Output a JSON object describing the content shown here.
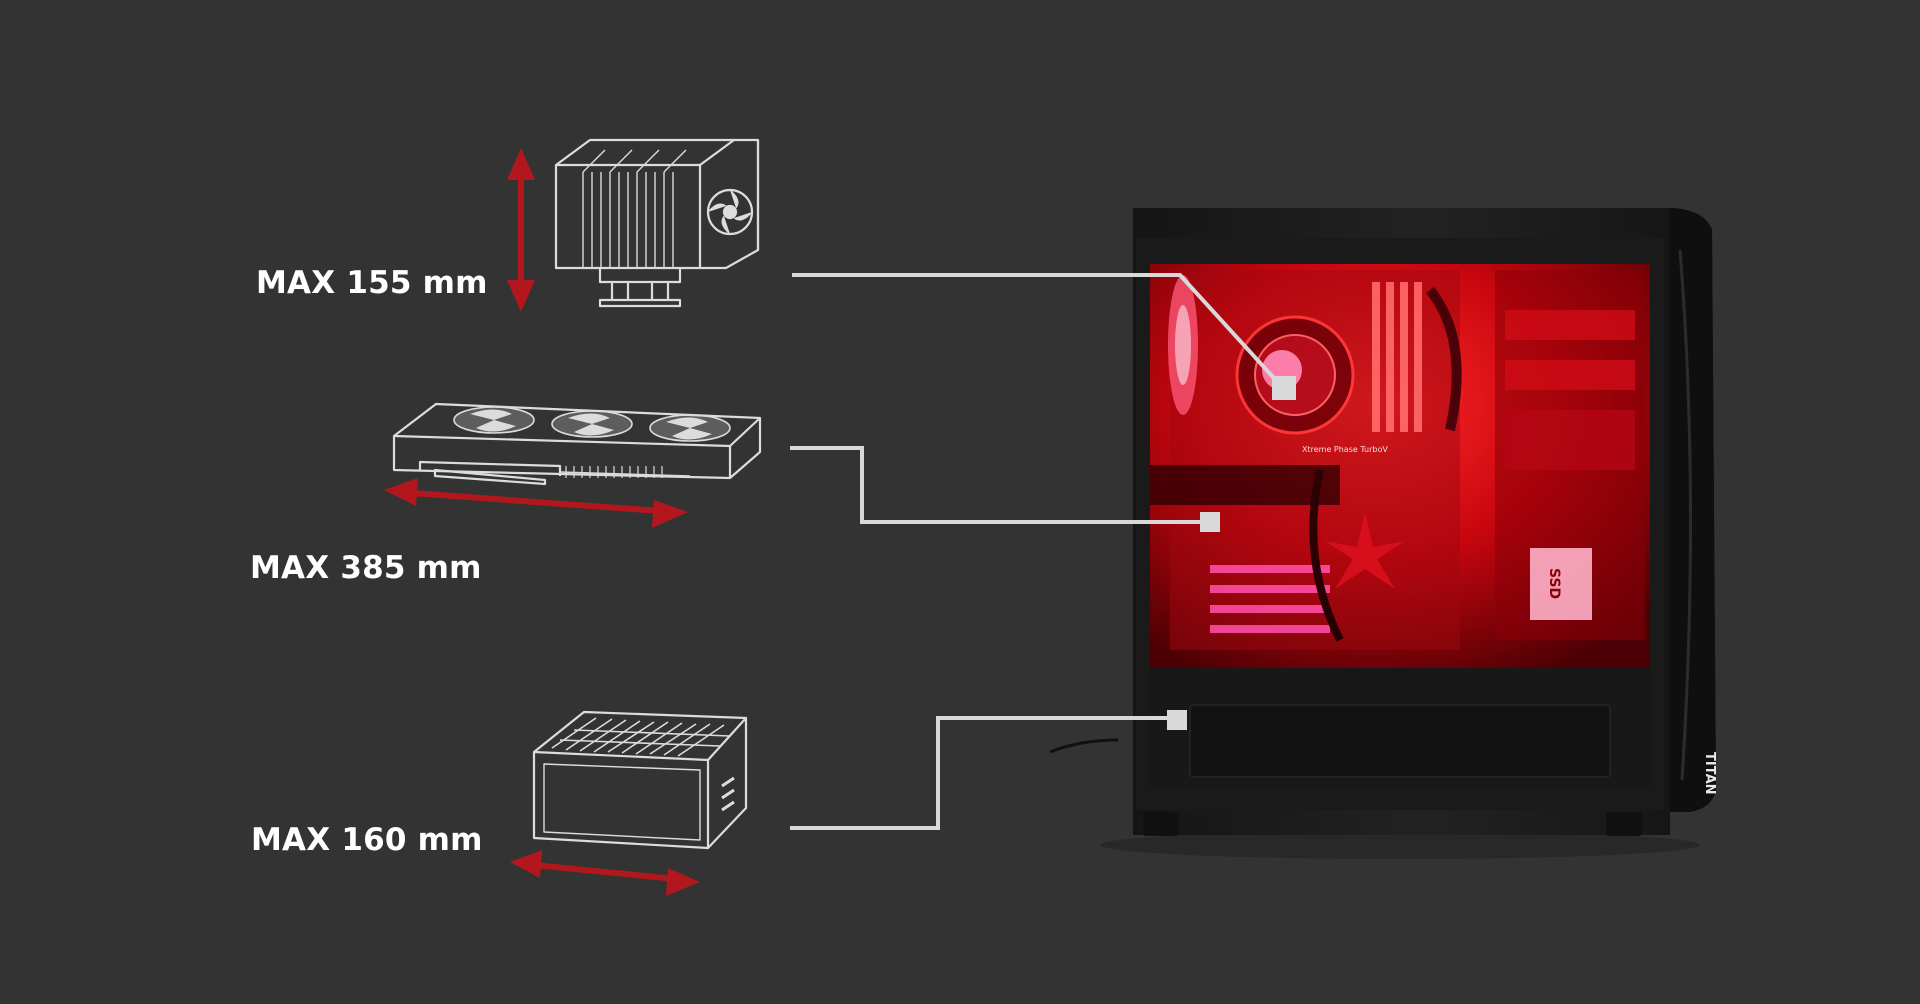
{
  "specs": {
    "cpu_cooler_height": "MAX 155 mm",
    "gpu_length": "MAX 385 mm",
    "psu_length": "MAX 160 mm"
  },
  "case": {
    "brand_text": "TITAN",
    "ssd_text": "SSD",
    "mobo_text": "Xtreme Phase TurboV"
  },
  "colors": {
    "background": "#333333",
    "accent": "#b3171e",
    "line": "#d9d9d9",
    "case": "#1c1c1c",
    "interior_glow": "#e0101a"
  }
}
